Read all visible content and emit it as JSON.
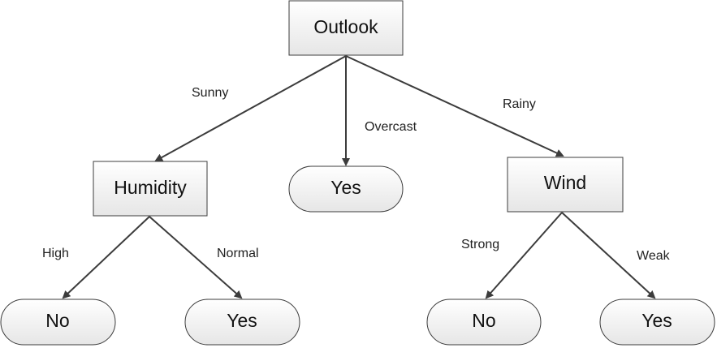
{
  "nodes": {
    "outlook": {
      "label": "Outlook"
    },
    "humidity": {
      "label": "Humidity"
    },
    "overcast_yes": {
      "label": "Yes"
    },
    "wind": {
      "label": "Wind"
    },
    "high_no": {
      "label": "No"
    },
    "normal_yes": {
      "label": "Yes"
    },
    "strong_no": {
      "label": "No"
    },
    "weak_yes": {
      "label": "Yes"
    }
  },
  "edges": {
    "sunny": {
      "label": "Sunny"
    },
    "overcast": {
      "label": "Overcast"
    },
    "rainy": {
      "label": "Rainy"
    },
    "high": {
      "label": "High"
    },
    "normal": {
      "label": "Normal"
    },
    "strong": {
      "label": "Strong"
    },
    "weak": {
      "label": "Weak"
    }
  },
  "colors": {
    "stroke": "#3c3c3c",
    "box_fill_top": "#ffffff",
    "box_fill_bottom": "#e8e8e8"
  }
}
